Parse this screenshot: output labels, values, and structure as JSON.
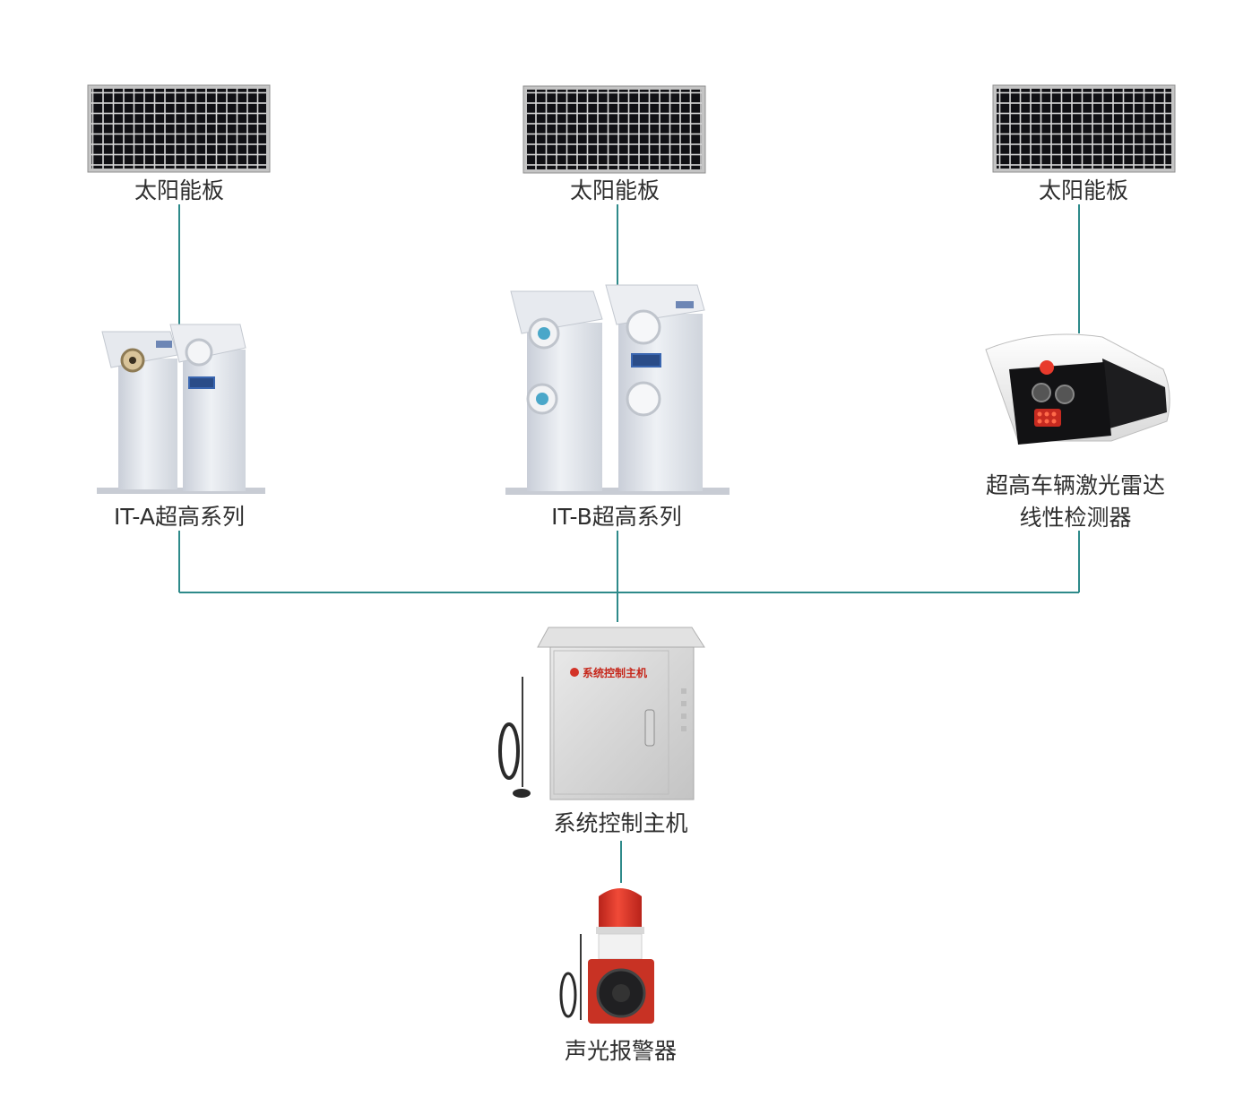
{
  "labels": {
    "solar_panel_left": "太阳能板",
    "solar_panel_center": "太阳能板",
    "solar_panel_right": "太阳能板",
    "it_a_series": "IT-A超高系列",
    "it_b_series": "IT-B超高系列",
    "laser_radar_line1": "超高车辆激光雷达",
    "laser_radar_line2": "线性检测器",
    "control_host": "系统控制主机",
    "alarm": "声光报警器"
  },
  "cabinet_label": "系统控制主机",
  "colors": {
    "connector": "#2e8a8a",
    "panel_frame": "#b9b9b9",
    "panel_cell": "#101014",
    "device_body": "#dfe3ea",
    "alarm_red": "#e4382a",
    "text": "#2e2e2e"
  }
}
